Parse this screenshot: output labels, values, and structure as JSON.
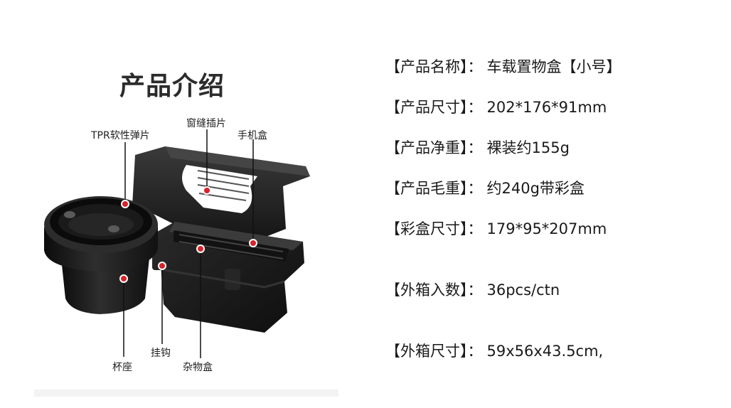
{
  "panel": {
    "title": "产品介绍",
    "callouts": {
      "tpr": "TPR软性弹片",
      "window": "窗缝插片",
      "phone": "手机盒",
      "cup": "杯座",
      "hook": "挂钩",
      "storage": "杂物盒"
    }
  },
  "specs": [
    {
      "label": "【产品名称】",
      "sep": "：",
      "value": "车载置物盒【小号】"
    },
    {
      "label": "【产品尺寸】",
      "sep": "：",
      "value": "202*176*91mm"
    },
    {
      "label": "【产品净重】",
      "sep": "：",
      "value": "裸装约155g"
    },
    {
      "label": "【产品毛重】",
      "sep": "：",
      "value": "约240g带彩盒"
    },
    {
      "label": "【彩盒尺寸】",
      "sep": "：",
      "value": "179*95*207mm"
    },
    {
      "label": "【外箱入数】",
      "sep": "：",
      "value": "36pcs/ctn"
    },
    {
      "label": "【外箱尺寸】",
      "sep": "：",
      "value": "59x56x43.5cm,"
    }
  ],
  "colors": {
    "marker": "#d8232a",
    "product": "#1b1b1b"
  }
}
